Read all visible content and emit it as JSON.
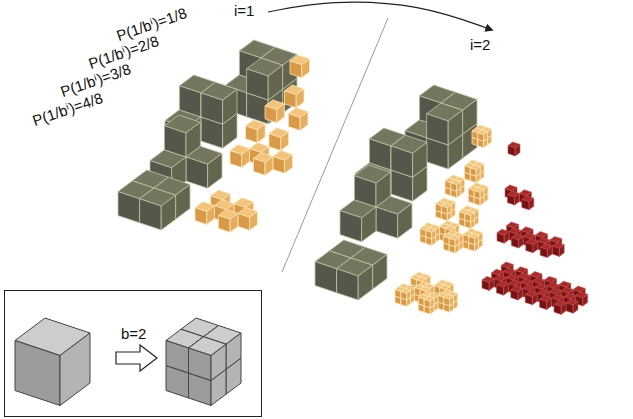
{
  "diagram": {
    "nodes": [
      {
        "text": [
          "b=2"
        ]
      }
    ],
    "labels": [
      "P(1/bⁱ)=1/8",
      "P(1/bⁱ)=2/8",
      "P(1/bⁱ)=3/8",
      "P(1/bⁱ)=4/8",
      "i=1",
      "i=2"
    ]
  }
}
